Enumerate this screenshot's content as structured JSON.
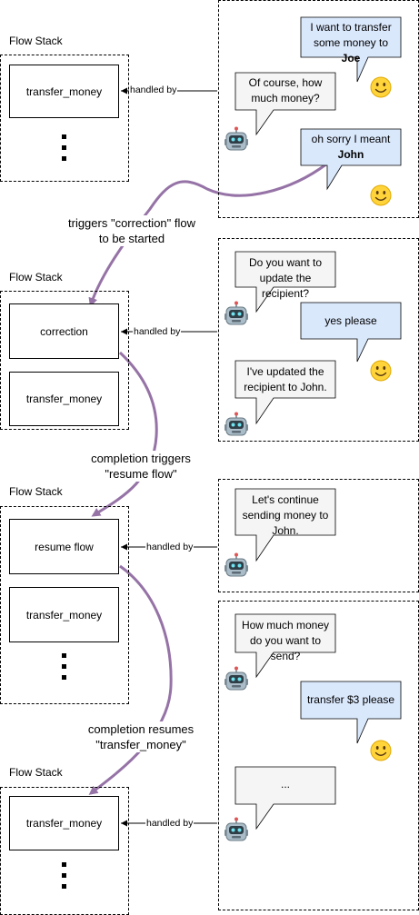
{
  "stacks": [
    {
      "title": "Flow Stack",
      "items": [
        "transfer_money"
      ],
      "has_dots": true,
      "handled_by": "handled by"
    },
    {
      "title": "Flow Stack",
      "items": [
        "correction",
        "transfer_money"
      ],
      "has_dots": false,
      "handled_by": "handled by"
    },
    {
      "title": "Flow Stack",
      "items": [
        "resume flow",
        "transfer_money"
      ],
      "has_dots": true,
      "handled_by": "handled by"
    },
    {
      "title": "Flow Stack",
      "items": [
        "transfer_money"
      ],
      "has_dots": true,
      "handled_by": "handled by"
    }
  ],
  "transitions": [
    {
      "line1": "triggers \"correction\" flow",
      "line2": "to be started"
    },
    {
      "line1": "completion triggers",
      "line2": "\"resume flow\""
    },
    {
      "line1": "completion resumes",
      "line2": "\"transfer_money\""
    }
  ],
  "chats": [
    {
      "messages": [
        {
          "speaker": "user",
          "text_before": "I want to transfer some money to ",
          "bold": "Joe"
        },
        {
          "speaker": "bot",
          "text": "Of course, how much money?"
        },
        {
          "speaker": "user",
          "text_before": "oh sorry I meant ",
          "bold": "John"
        }
      ]
    },
    {
      "messages": [
        {
          "speaker": "bot",
          "text": "Do you want to update the recipient?"
        },
        {
          "speaker": "user",
          "text": "yes please"
        },
        {
          "speaker": "bot",
          "text": "I've updated the recipient to John."
        }
      ]
    },
    {
      "messages": [
        {
          "speaker": "bot",
          "text": "Let's continue sending money to John."
        }
      ]
    },
    {
      "messages": [
        {
          "speaker": "bot",
          "text": "How much money do you want to send?"
        },
        {
          "speaker": "user",
          "text": "transfer $3 please"
        },
        {
          "speaker": "bot",
          "text": "..."
        }
      ]
    }
  ],
  "colors": {
    "user_bubble": "#dae8fc",
    "bot_bubble": "#f5f5f5",
    "curve": "#9673a6",
    "emoji_face": "#ffd43b"
  },
  "icons": {
    "user": "smiley-face-icon",
    "bot": "robot-face-icon"
  }
}
